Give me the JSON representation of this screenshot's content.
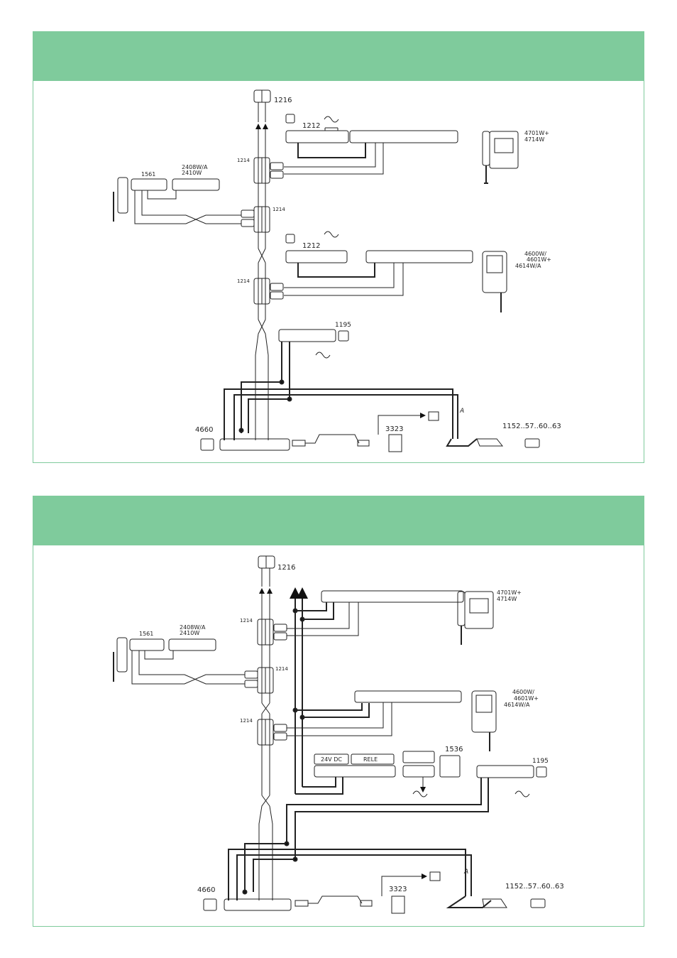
{
  "colors": {
    "accent": "#7fcb9c",
    "line": "#111111"
  },
  "diagram1": {
    "labels": {
      "power_supply_top": "1216",
      "amp_a": "1212",
      "amp_b": "1212",
      "distributor_a": "1214",
      "distributor_b": "1214",
      "distributor_c": "1214",
      "handset_switch": "1561",
      "handset_model": "2408W/A",
      "handset_model2": "2410W",
      "monitor_a_1": "4701W+",
      "monitor_a_2": "4714W",
      "monitor_b_1": "4600W/",
      "monitor_b_2": "4601W+",
      "monitor_b_3": "4614W/A",
      "transformer": "1195",
      "panel": "4660",
      "camera_group": "3323",
      "lock": "1152..57..60..63",
      "wire_marker": "A"
    }
  },
  "diagram2": {
    "labels": {
      "power_supply_top": "1216",
      "distributor_a": "1214",
      "distributor_b": "1214",
      "distributor_c": "1214",
      "handset_switch": "1561",
      "handset_model": "2408W/A",
      "handset_model2": "2410W",
      "monitor_a_1": "4701W+",
      "monitor_a_2": "4714W",
      "monitor_b_1": "4600W/",
      "monitor_b_2": "4601W+",
      "monitor_b_3": "4614W/A",
      "dc_block": "24V DC",
      "relay_block": "RELE",
      "relay_module": "1536",
      "transformer": "1195",
      "panel": "4660",
      "camera_group": "3323",
      "lock": "1152..57..60..63",
      "wire_marker": "A"
    }
  }
}
